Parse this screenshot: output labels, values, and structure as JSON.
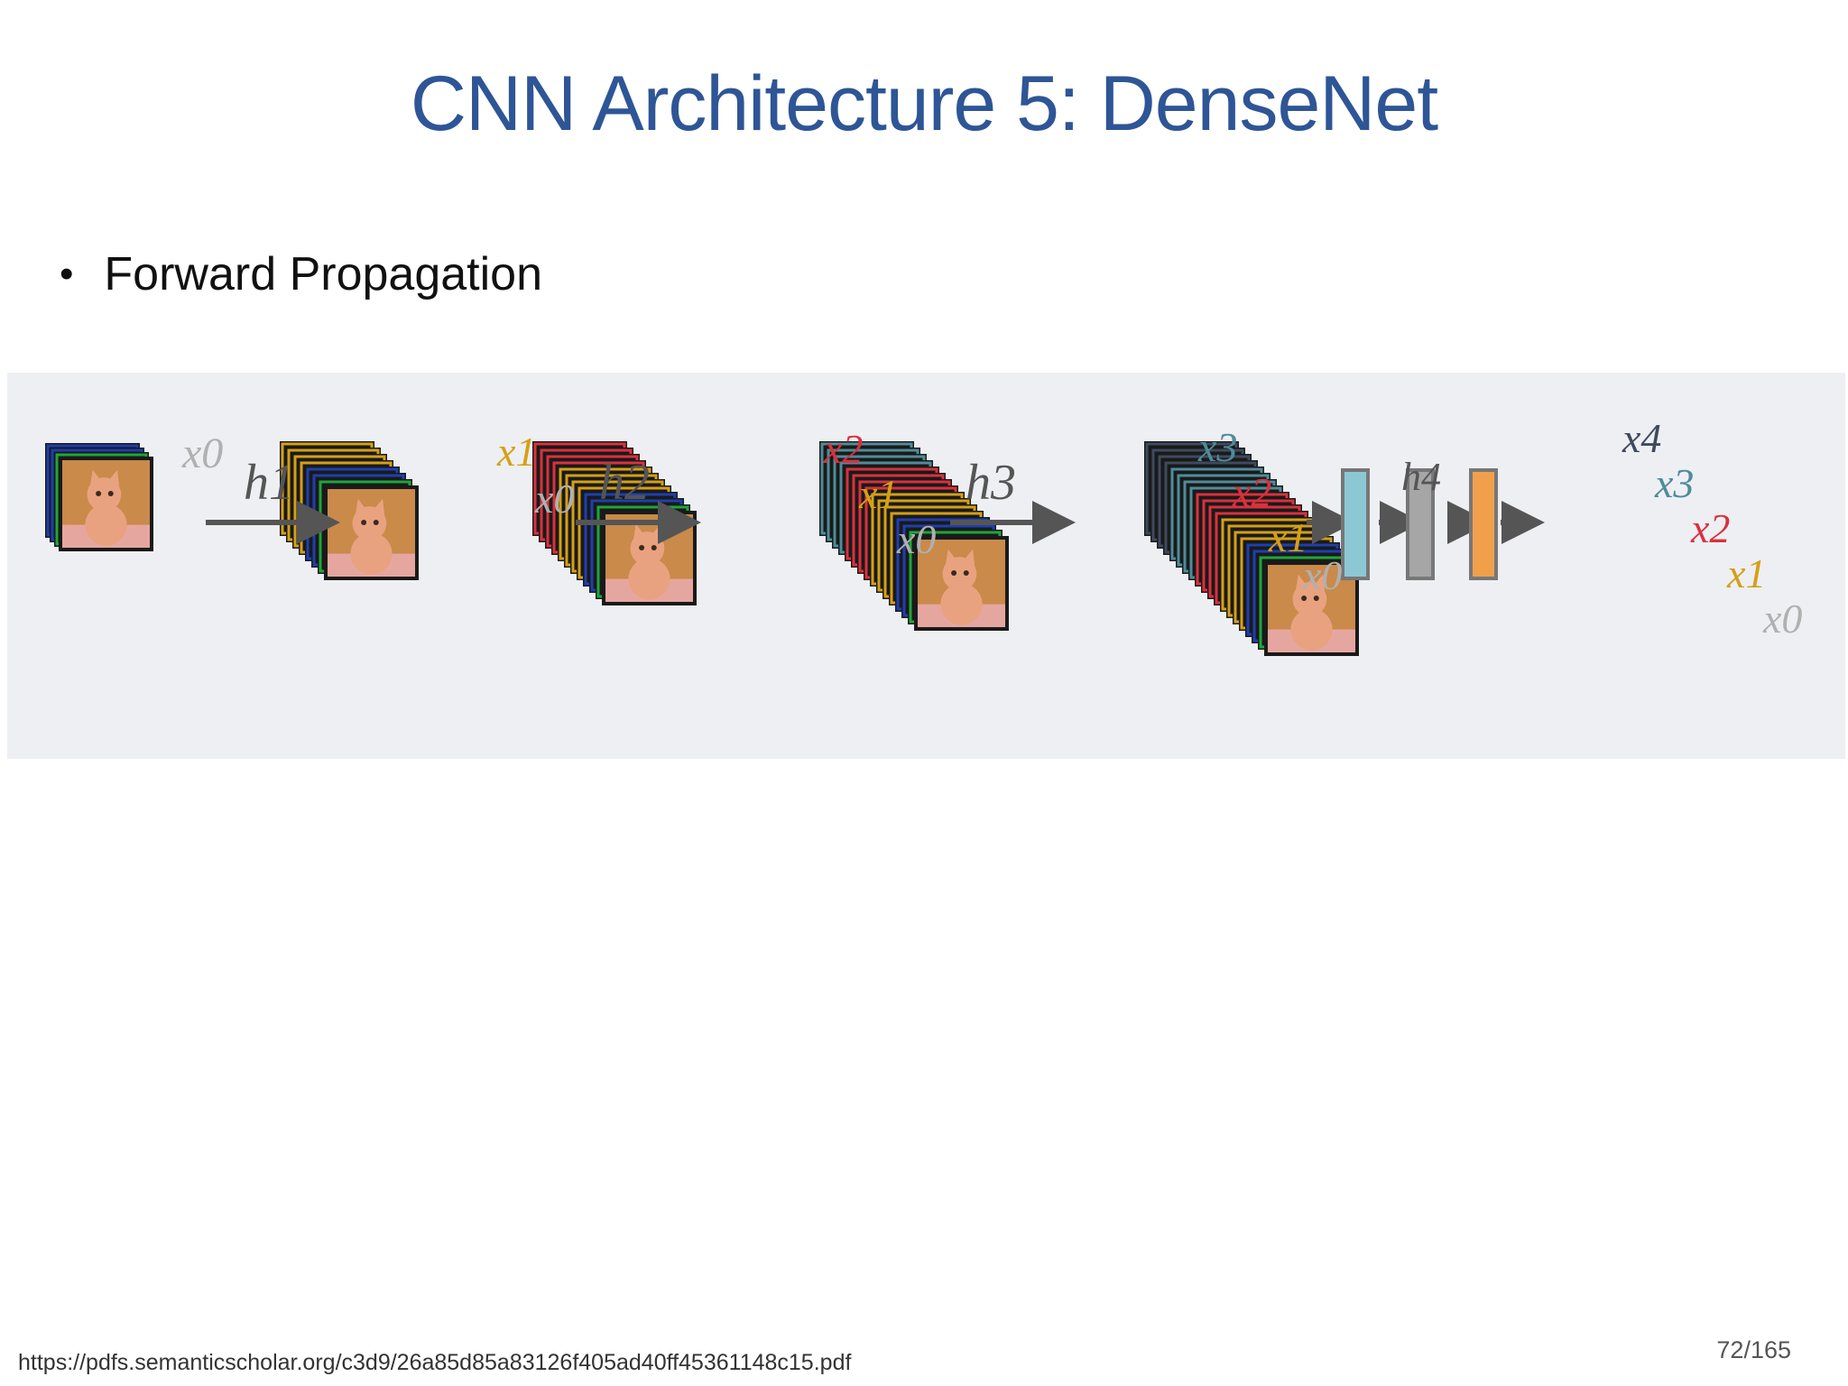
{
  "slide": {
    "title": "CNN Architecture 5: DenseNet",
    "bullet": "Forward Propagation",
    "footer_url": "https://pdfs.semanticscholar.org/c3d9/26a85d85a83126f405ad40ff45361148c15.pdf",
    "page_number": "72/165"
  },
  "figure": {
    "layer_labels": [
      "h1",
      "h2",
      "h3",
      "h4"
    ],
    "feature_labels": [
      "x0",
      "x1",
      "x2",
      "x3",
      "x4"
    ],
    "colors": {
      "x0": "#b0b0b0",
      "x1": "#d4a017",
      "x2": "#d9313d",
      "x3": "#4f8c99",
      "x4": "#3f4a5f",
      "h_label": "#555555",
      "arrow": "#555555",
      "block_teal": "#8cc8d4",
      "block_gray": "#a6a6a6",
      "block_orange": "#f0a04b",
      "image_frame_blue": "#1e3fb0",
      "image_frame_green": "#1fa63a",
      "kitten": "#e9a27f"
    }
  }
}
